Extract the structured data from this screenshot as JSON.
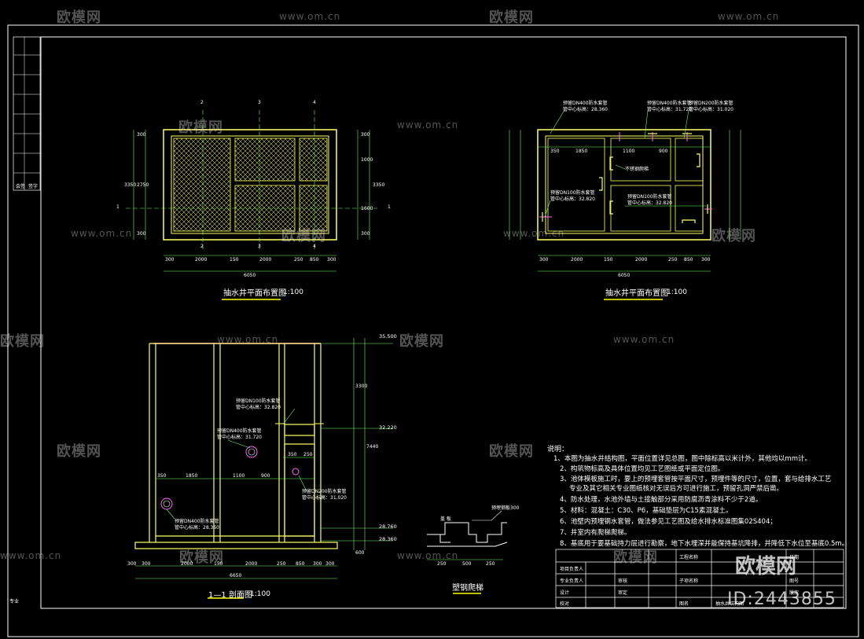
{
  "watermark": {
    "brand": "欧模网",
    "url": "www.om.cn",
    "id_label": "ID:2443855"
  },
  "views": {
    "plan1": {
      "title": "抽水井平面布置图",
      "scale": "1:100",
      "axis_labels": [
        "2",
        "3",
        "4",
        "2",
        "3",
        "4"
      ],
      "section_mark": "1",
      "bottom_dims": [
        "300",
        "2000",
        "150",
        "2000",
        "250",
        "850",
        "300"
      ],
      "total_dim": "6050",
      "left_dims": [
        "300",
        "2750",
        "300",
        "3350"
      ],
      "right_dims": [
        "1000",
        "1600",
        "300",
        "3350",
        "300"
      ]
    },
    "plan2": {
      "title": "抽水井平面布置图",
      "scale": "1:100",
      "top_dims": [
        "350",
        "1850",
        "1100",
        "900"
      ],
      "bottom_dims": [
        "300",
        "2000",
        "150",
        "2000",
        "250",
        "850",
        "300"
      ],
      "total_dim": "6050",
      "labels": {
        "pipe1": "预留DN400防水套管",
        "pipe1_center": "管中心标高：28.360",
        "pipe2": "预留DN400防水套管",
        "pipe2_center": "管中心标高：31.720",
        "pipe3": "预留DN200防水套管",
        "pipe3_center": "管中心标高：31.020",
        "pipe4": "预留DN100防水套管",
        "pipe4_center": "管中心标高：32.820",
        "pipe5": "预留DN100防水套管",
        "pipe5_center": "管中心标高：32.820",
        "ladder": "不锈钢爬梯"
      }
    },
    "section": {
      "title": "1—1 剖面图",
      "scale": "1:100",
      "elevations": [
        "35.500",
        "32.220",
        "28.760",
        "28.360"
      ],
      "right_dims": [
        "3300",
        "7440",
        "600"
      ],
      "inner_dims": [
        "350",
        "1850",
        "1100",
        "900",
        "350",
        "250"
      ],
      "bottom_dims": [
        "300",
        "300",
        "2000",
        "150",
        "2000",
        "250",
        "850",
        "300",
        "300"
      ],
      "total_dim": "6650",
      "pipe_labels": {
        "p1": "预留DN100防水套管",
        "p1c": "管中心标高：32.820",
        "p2": "预留DN400防水套管",
        "p2c": "管中心标高：31.720",
        "p3": "预留DN200防水套管",
        "p3c": "管中心标高：31.020",
        "p4": "预留DN400防水套管",
        "p4c": "管中心标高：28.360"
      }
    },
    "detail": {
      "title": "塑钢爬梯",
      "label_top": "盖 板",
      "label_right": "预埋钢板300",
      "dims": [
        "250",
        "500",
        "250"
      ]
    }
  },
  "notes": {
    "heading": "说明：",
    "items": [
      "1、本图为抽水井结构图，平面位置详见总图，图中除标高以米计外，其他均以mm计。",
      "2、构筑物标高及具体位置均见工艺图纸或平面定位图。",
      "3、池体模板施工时，要上的预埋套管按平面尺寸，预埋件等的尺寸，位置，套与给排水工艺",
      "专业及其它相关专业图纸核对无误后方可进行施工，预留孔洞严禁后凿。",
      "4、防水处理，水池外墙与土接触部分采用防腐沥青涂料不少于2道。",
      "5、材料：混凝土：C30、P6，基础垫层为C15素混凝土。",
      "6、池壁内预埋钢水套管，做法参见工艺图及给水排水标准图集02S404；",
      "7、井室内有爬梯爬梯。",
      "8、基底用于要基础持力层进行勘察，地下水埋深并能保持基坑降排，并降低下水位至基底0.5m。"
    ]
  },
  "title_block": {
    "cells": [
      "项目负责人",
      "专业负责人",
      "设计",
      "校对",
      "审核",
      "审定",
      "工程名称",
      "子项名称",
      "图名",
      "抽水井结构图",
      "日期",
      "图号",
      "版次"
    ]
  },
  "margin_labels": [
    "会签",
    "签字",
    "专业"
  ],
  "colors": {
    "wall": "#ffff66",
    "dim": "#66ff66",
    "pipe": "#ff66ff",
    "pipe_alt": "#ff44aa",
    "accent": "#ffff00",
    "frame": "#ffffff",
    "text": "#ffffff"
  }
}
